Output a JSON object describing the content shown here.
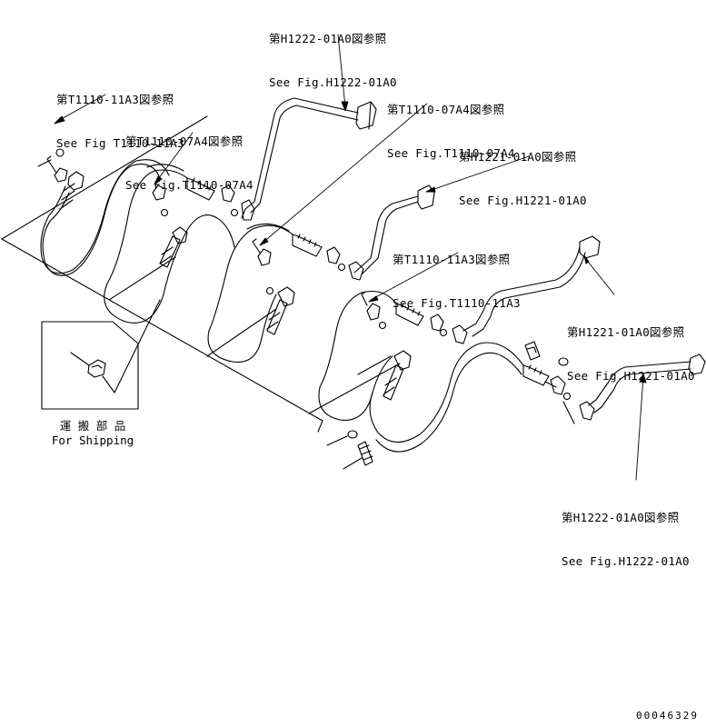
{
  "references": [
    {
      "id": "ref-h1222-top",
      "jp": "第H1222-01A0図参照",
      "en": "See Fig.H1222-01A0"
    },
    {
      "id": "ref-t1110-11a3-left",
      "jp": "第T1110-11A3図参照",
      "en": "See Fig T1110-11A3"
    },
    {
      "id": "ref-t1110-07a4-left",
      "jp": "第T1110-07A4図参照",
      "en": "See Fig.T1110-07A4"
    },
    {
      "id": "ref-t1110-07a4-mid",
      "jp": "第T1110-07A4図参照",
      "en": "See Fig.T1110-07A4"
    },
    {
      "id": "ref-h1221-upper",
      "jp": "第H1221-01A0図参照",
      "en": "See Fig.H1221-01A0"
    },
    {
      "id": "ref-t1110-11a3-mid",
      "jp": "第T1110-11A3図参照",
      "en": "See Fig.T1110-11A3"
    },
    {
      "id": "ref-h1221-right",
      "jp": "第H1221-01A0図参照",
      "en": "See Fig.H1221-01A0"
    },
    {
      "id": "ref-h1222-bottom",
      "jp": "第H1222-01A0図参照",
      "en": "See Fig.H1222-01A0"
    }
  ],
  "shipping": {
    "jp": "運 搬 部 品",
    "en": "For Shipping"
  },
  "document_number": "00046329"
}
